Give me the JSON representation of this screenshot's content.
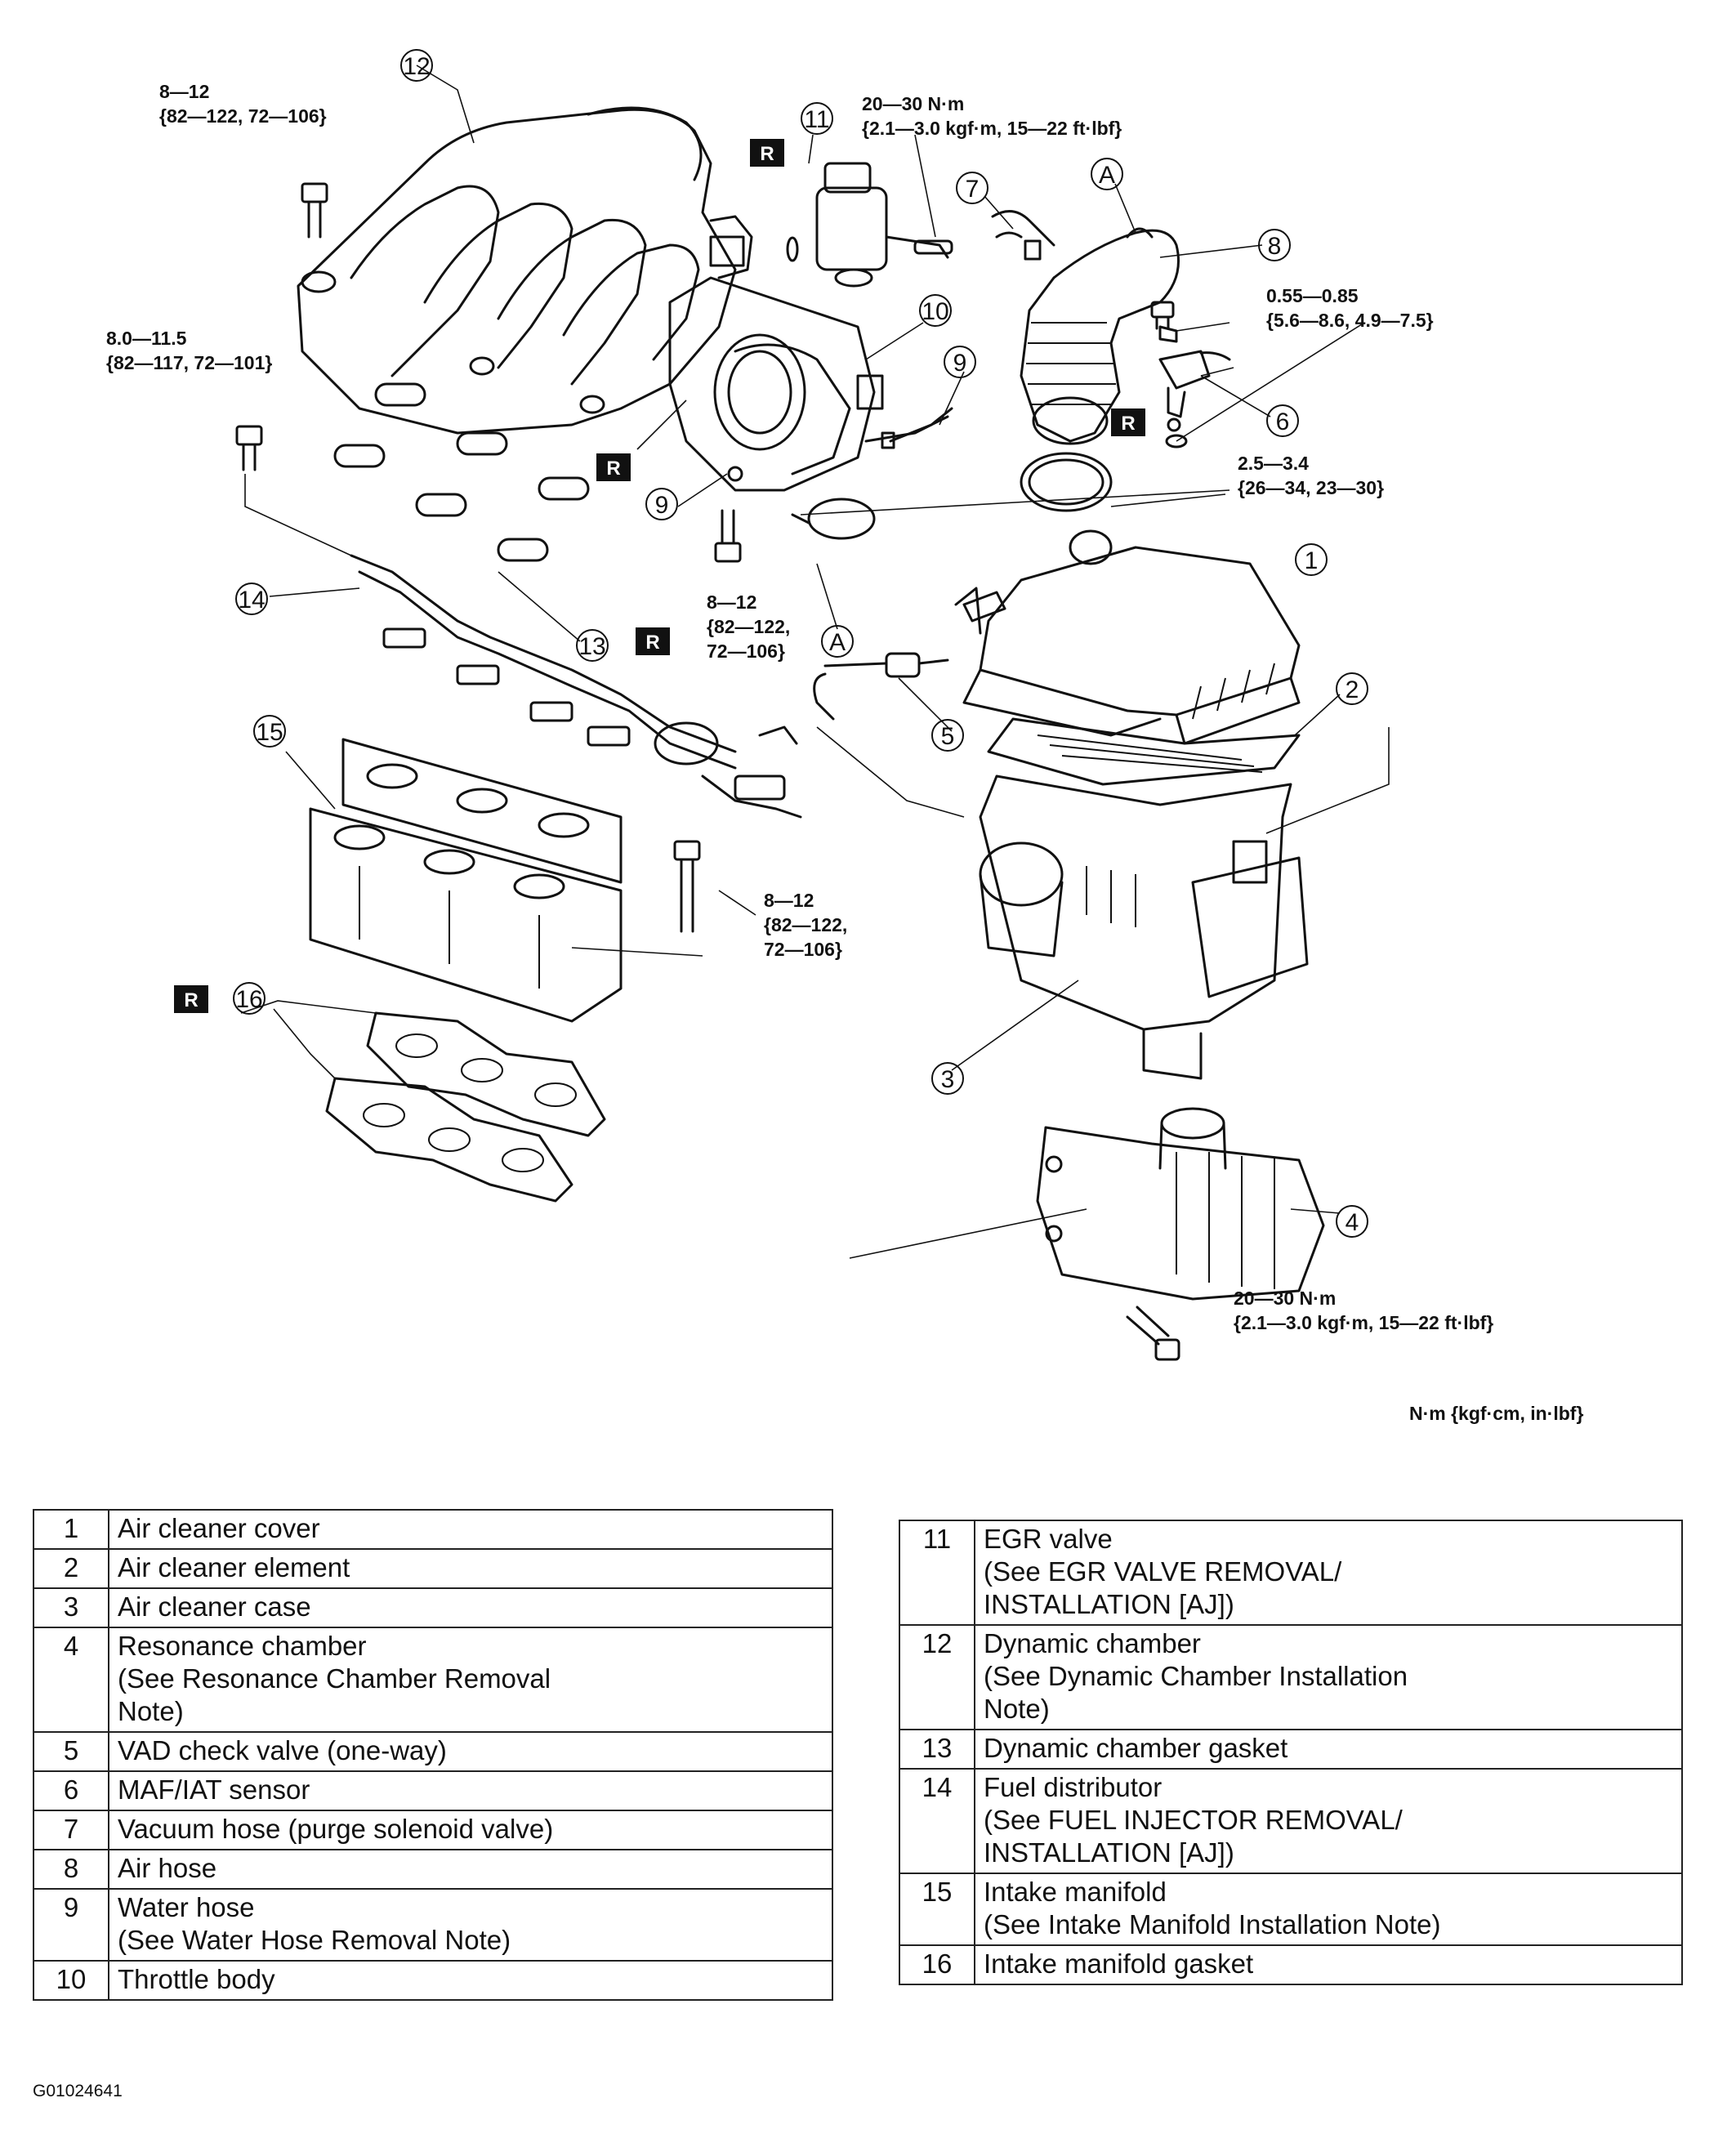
{
  "specs": {
    "bolt_manifold_top": [
      "8—12",
      "{82—122, 72—106}"
    ],
    "bolt_egr": [
      "20—30 N·m",
      "{2.1—3.0 kgf·m, 15—22 ft·lbf}"
    ],
    "bolt_fuel_dist": [
      "8.0—11.5",
      "{82—117, 72—101}"
    ],
    "screw_maf": [
      "0.55—0.85",
      "{5.6—8.6, 4.9—7.5}"
    ],
    "clamp": [
      "2.5—3.4",
      "{26—34, 23—30}"
    ],
    "bolt_throttle": [
      "8—12",
      "{82—122,",
      "72—106}"
    ],
    "bolt_intake": [
      "8—12",
      "{82—122,",
      "72—106}"
    ],
    "bolt_resonance": [
      "20—30 N·m",
      "{2.1—3.0 kgf·m, 15—22 ft·lbf}"
    ]
  },
  "units_note": "N·m {kgf·cm, in·lbf}",
  "replace_mark": "R",
  "point_label": "A",
  "callouts": [
    "1",
    "2",
    "3",
    "4",
    "5",
    "6",
    "7",
    "8",
    "9",
    "9",
    "10",
    "11",
    "12",
    "13",
    "14",
    "15",
    "16"
  ],
  "left_table": [
    {
      "num": "1",
      "lines": [
        "Air cleaner cover"
      ]
    },
    {
      "num": "2",
      "lines": [
        "Air cleaner element"
      ]
    },
    {
      "num": "3",
      "lines": [
        "Air cleaner case"
      ]
    },
    {
      "num": "4",
      "lines": [
        "Resonance chamber",
        "(See Resonance Chamber Removal",
        "Note)"
      ]
    },
    {
      "num": "5",
      "lines": [
        "VAD check valve (one-way)"
      ]
    },
    {
      "num": "6",
      "lines": [
        "MAF/IAT sensor"
      ]
    },
    {
      "num": "7",
      "lines": [
        "Vacuum hose (purge solenoid valve)"
      ]
    },
    {
      "num": "8",
      "lines": [
        "Air hose"
      ]
    },
    {
      "num": "9",
      "lines": [
        "Water hose",
        "(See Water Hose Removal Note)"
      ]
    },
    {
      "num": "10",
      "lines": [
        "Throttle body"
      ]
    }
  ],
  "right_table": [
    {
      "num": "11",
      "lines": [
        "EGR valve",
        "(See EGR VALVE REMOVAL/",
        "INSTALLATION [AJ])"
      ]
    },
    {
      "num": "12",
      "lines": [
        "Dynamic chamber",
        "(See Dynamic Chamber Installation",
        "Note)"
      ]
    },
    {
      "num": "13",
      "lines": [
        "Dynamic chamber gasket"
      ]
    },
    {
      "num": "14",
      "lines": [
        "Fuel distributor",
        "(See FUEL INJECTOR REMOVAL/",
        "INSTALLATION [AJ])"
      ]
    },
    {
      "num": "15",
      "lines": [
        "Intake manifold",
        "(See  Intake Manifold Installation Note)"
      ]
    },
    {
      "num": "16",
      "lines": [
        "Intake manifold gasket"
      ]
    }
  ],
  "figure_id": "G01024641"
}
